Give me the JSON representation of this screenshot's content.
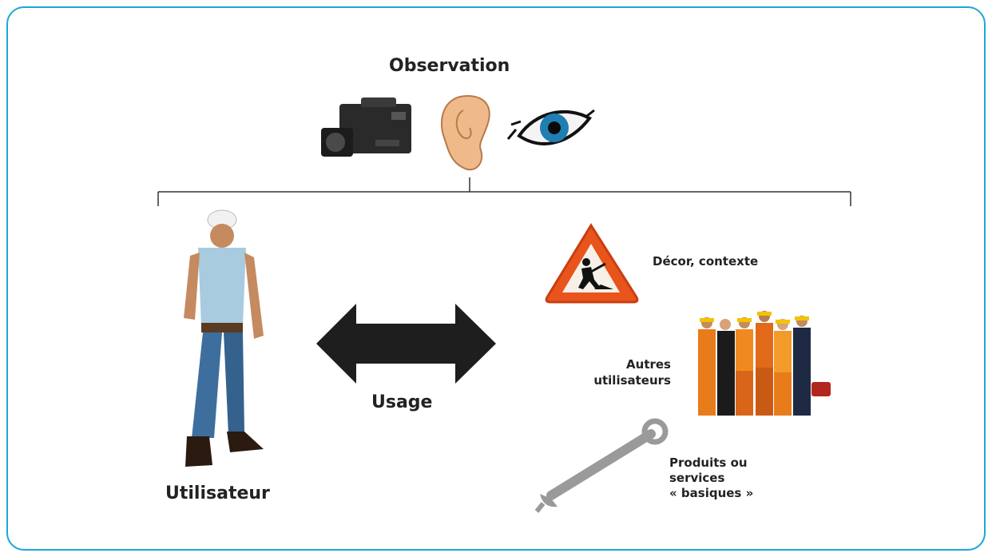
{
  "title": "Observation",
  "labels": {
    "utilisateur": "Utilisateur",
    "usage": "Usage",
    "decor": "Décor, contexte",
    "autres": "Autres\nutilisateurs",
    "produits": "Produits ou\nservices\n« basiques »"
  },
  "icons": {
    "observation": [
      "video-camera-icon",
      "ear-icon",
      "eye-icon"
    ],
    "usage_arrow": "double-arrow-icon",
    "decor": "road-work-sign-icon",
    "autres": "workers-group-icon",
    "produits": "wrench-icon",
    "utilisateur": "worker-figure-icon"
  },
  "colors": {
    "frame": "#1aa8d8",
    "text": "#222222",
    "arrow": "#1e1e1e",
    "sign": "#e8541c"
  }
}
